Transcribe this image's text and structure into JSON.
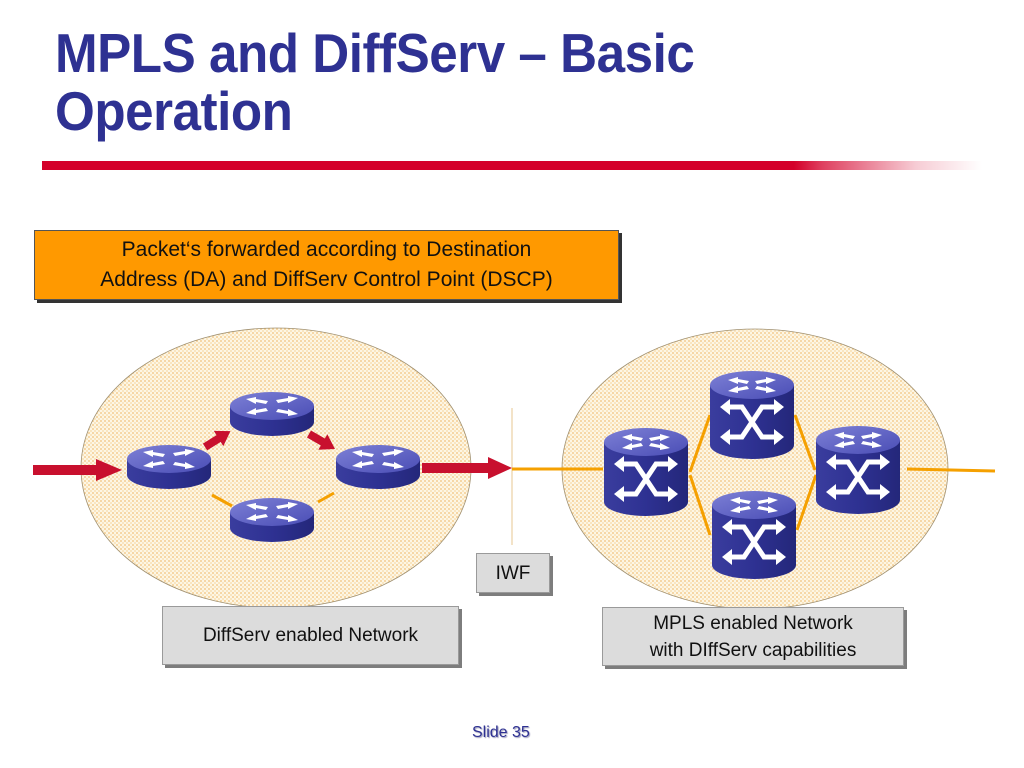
{
  "slide": {
    "title_line1": "MPLS and DiffServ – Basic",
    "title_line2": "Operation",
    "slide_number": "Slide 35"
  },
  "colors": {
    "title": "#2e3192",
    "rule": "#d4002a",
    "callout": "#ff9900",
    "router": "#2e3192",
    "packet_arrow": "#c8102e",
    "link": "#f5a000"
  },
  "callout": {
    "line1": "Packet‘s forwarded according to Destination",
    "line2": "Address (DA) and DiffServ Control Point (DSCP)"
  },
  "labels": {
    "iwf": "IWF",
    "diffserv_network": "DiffServ enabled Network",
    "mpls_network_line1": "MPLS enabled Network",
    "mpls_network_line2": "with DIffServ capabilities"
  },
  "diffserv_network": {
    "nodes": [
      {
        "id": "ingress-router",
        "type": "router-icon"
      },
      {
        "id": "top-router",
        "type": "router-icon"
      },
      {
        "id": "egress-router",
        "type": "router-icon"
      },
      {
        "id": "bottom-router",
        "type": "router-icon"
      }
    ],
    "packet_path": [
      "ingress-router",
      "top-router",
      "egress-router"
    ],
    "idle_links": [
      [
        "ingress-router",
        "bottom-router"
      ],
      [
        "bottom-router",
        "egress-router"
      ]
    ]
  },
  "mpls_network": {
    "nodes": [
      {
        "id": "ingress-lsr",
        "type": "label-switch-router-icon"
      },
      {
        "id": "top-lsr",
        "type": "label-switch-router-icon"
      },
      {
        "id": "bottom-lsr",
        "type": "label-switch-router-icon"
      },
      {
        "id": "egress-lsr",
        "type": "label-switch-router-icon"
      }
    ],
    "links": [
      [
        "ingress-lsr",
        "top-lsr"
      ],
      [
        "ingress-lsr",
        "bottom-lsr"
      ],
      [
        "top-lsr",
        "egress-lsr"
      ],
      [
        "bottom-lsr",
        "egress-lsr"
      ]
    ]
  }
}
